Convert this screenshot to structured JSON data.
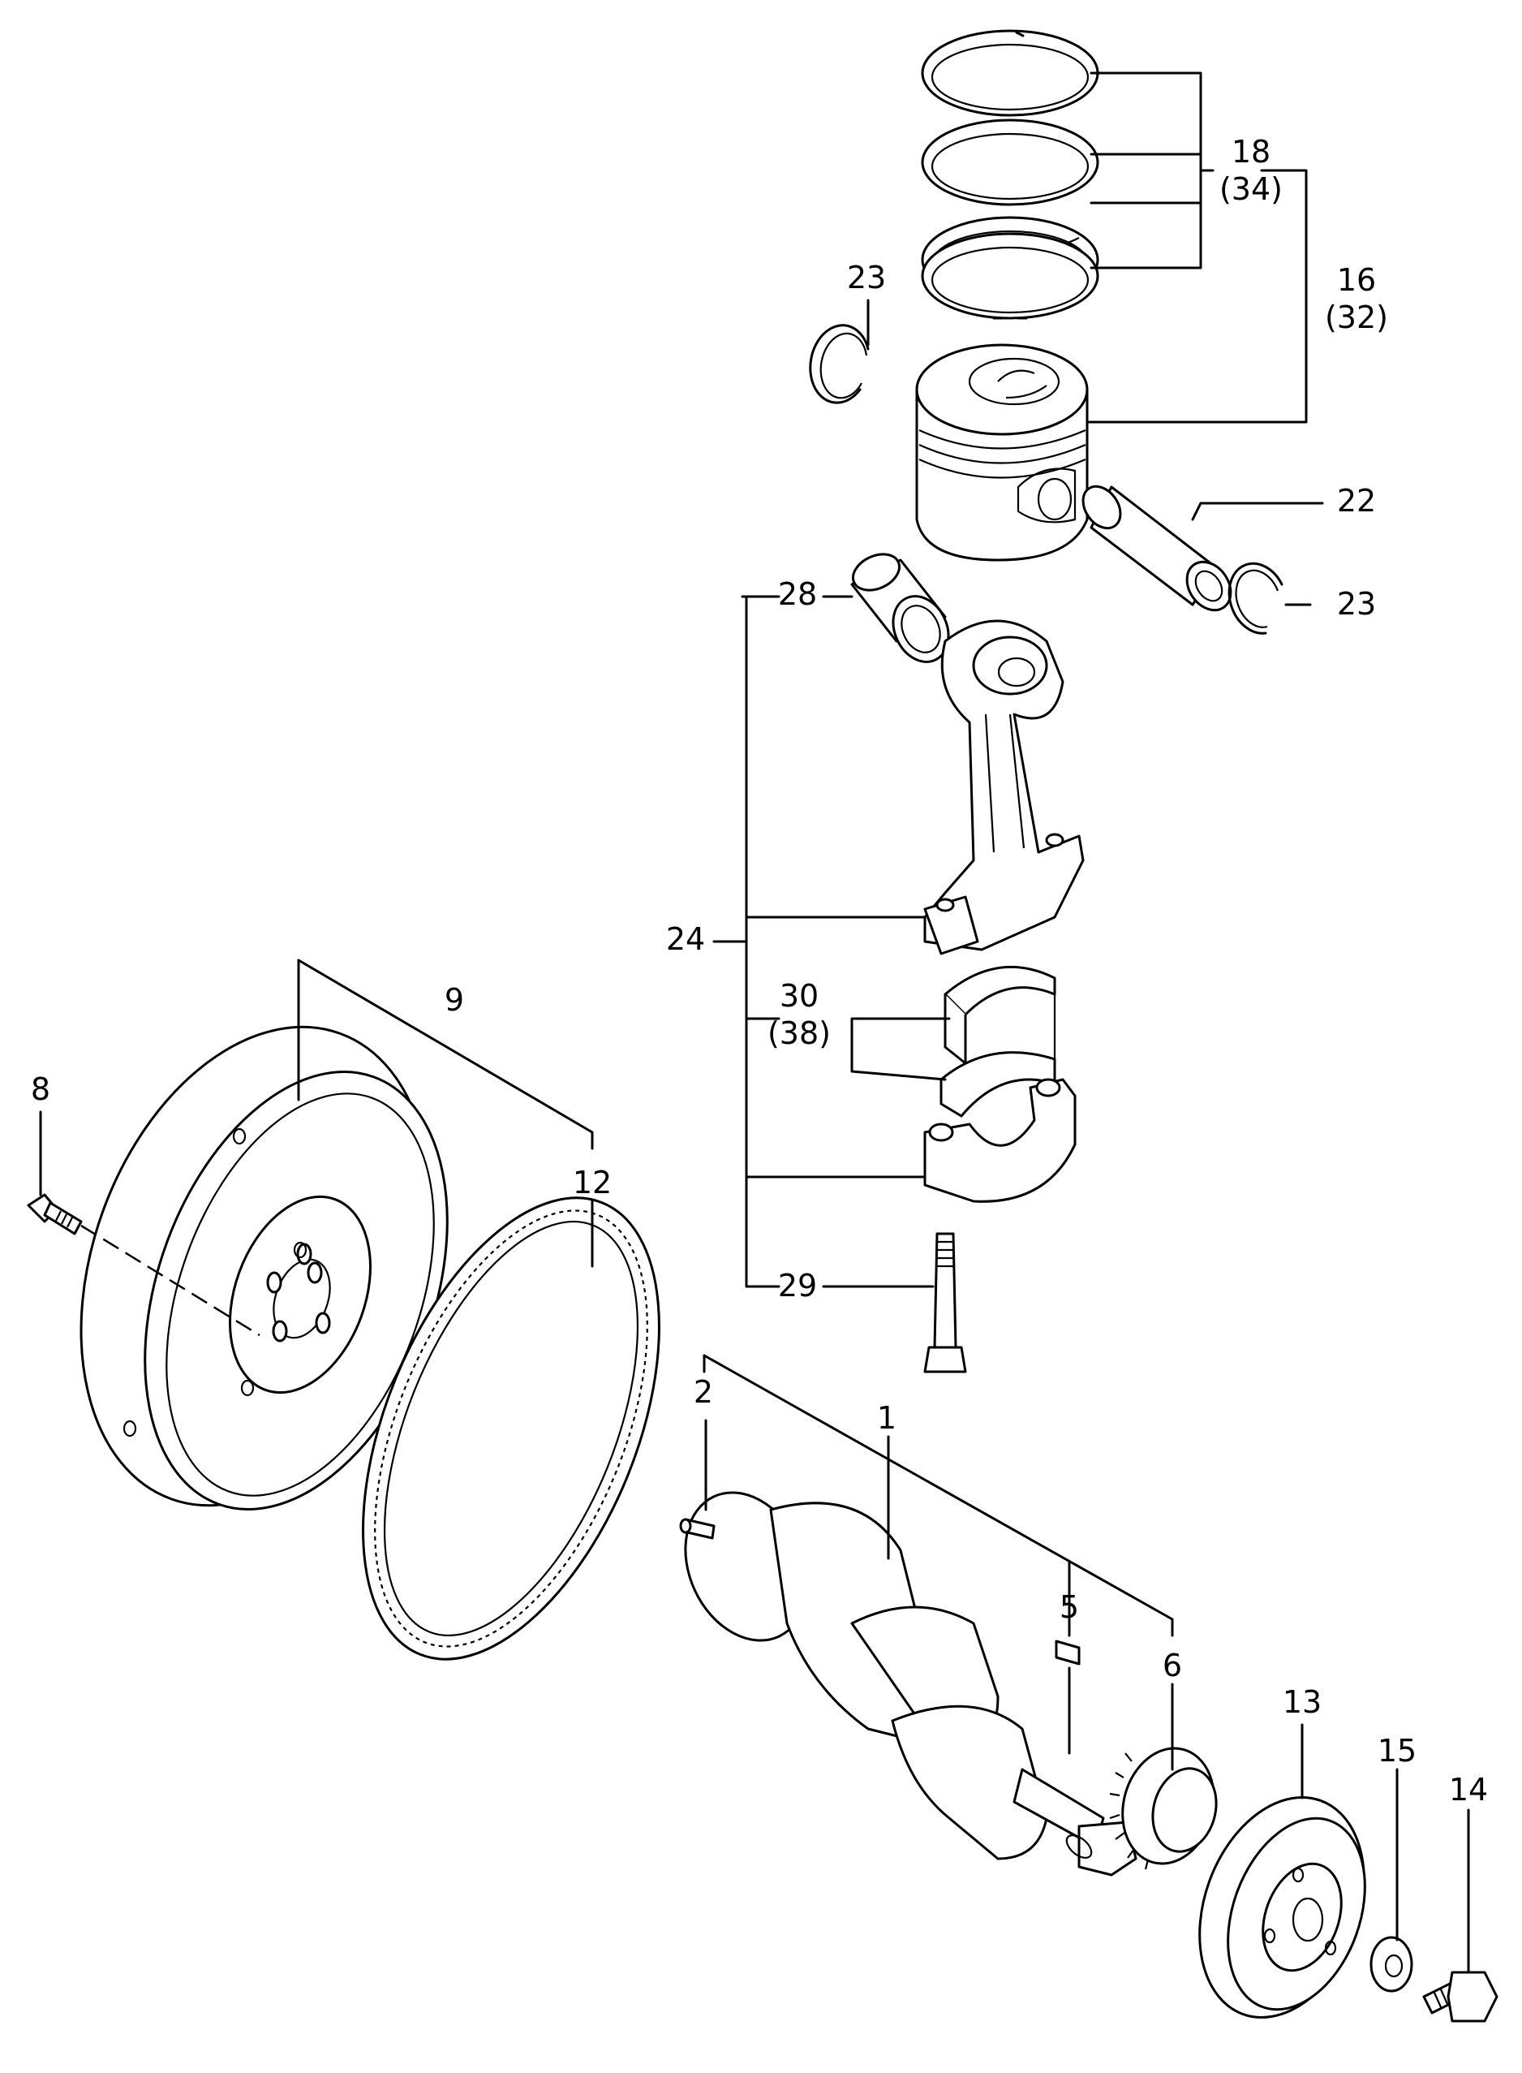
{
  "callouts": {
    "c18": "18",
    "c34": "(34)",
    "c16": "16",
    "c32": "(32)",
    "c23a": "23",
    "c22": "22",
    "c23b": "23",
    "c28": "28",
    "c24": "24",
    "c30": "30",
    "c38": "(38)",
    "c29": "29",
    "c9": "9",
    "c8": "8",
    "c12": "12",
    "c2": "2",
    "c1": "1",
    "c5": "5",
    "c6": "6",
    "c13": "13",
    "c15": "15",
    "c14": "14"
  }
}
